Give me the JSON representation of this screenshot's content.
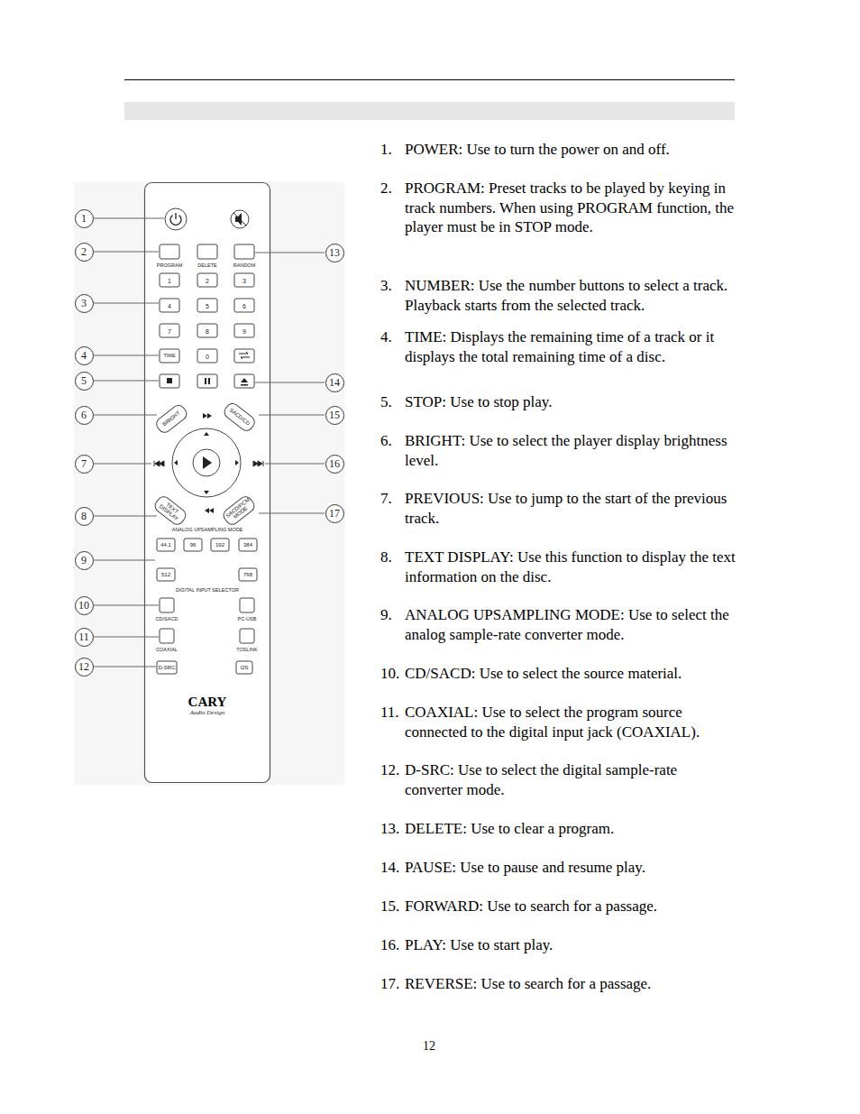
{
  "diagram": {
    "nodes": [
      {
        "text": [
          "1"
        ]
      },
      {
        "text": [
          "2"
        ]
      },
      {
        "text": [
          "3"
        ]
      },
      {
        "text": [
          "4"
        ]
      },
      {
        "text": [
          "5"
        ]
      },
      {
        "text": [
          "6"
        ]
      },
      {
        "text": [
          "7"
        ]
      },
      {
        "text": [
          "8"
        ]
      },
      {
        "text": [
          "9"
        ]
      },
      {
        "text": [
          "10"
        ]
      },
      {
        "text": [
          "11"
        ]
      },
      {
        "text": [
          "12"
        ]
      },
      {
        "text": [
          "13"
        ]
      },
      {
        "text": [
          "14"
        ]
      },
      {
        "text": [
          "15"
        ]
      },
      {
        "text": [
          "16"
        ]
      },
      {
        "text": [
          "17"
        ]
      }
    ],
    "labels": [
      "PROGRAM",
      "DELETE",
      "RANDOM",
      "1",
      "2",
      "3",
      "4",
      "5",
      "6",
      "7",
      "8",
      "9",
      "TIME",
      "0",
      "BRIGHT",
      "SACD/CD",
      "TEXT DISPLAY",
      "SACD/PCM MODE",
      "ANALOG UPSAMPLING MODE",
      "44.1",
      "96",
      "192",
      "384",
      "512",
      "768",
      "DIGITAL INPUT SELECTOR",
      "CD/SACD",
      "PC-USB",
      "COAXIAL",
      "TOSLINK",
      "D-SRC",
      "I2S",
      "CARY",
      "Audio Design",
      "1.",
      "POWER: Use to turn the power on and off.",
      "2.",
      "PROGRAM: Preset tracks to be played by keying in track numbers. When using PROGRAM function, the player must be in STOP mode.",
      "3.",
      "NUMBER: Use the number buttons to select a track. Playback starts from the selected track.",
      "4.",
      "TIME: Displays the remaining time of a track or it displays the total remaining time of a disc.",
      "5.",
      "STOP: Use to stop play.",
      "6.",
      "BRIGHT: Use to select the player display brightness level.",
      "7.",
      "PREVIOUS: Use to jump to the start of the previous track.",
      "8.",
      "TEXT DISPLAY: Use this function to display the text information on the disc.",
      "9.",
      "ANALOG UPSAMPLING MODE: Use to select the analog sample-rate converter mode.",
      "10.",
      "CD/SACD: Use to select the source material.",
      "11.",
      "COAXIAL: Use to select the program source connected to the digital input jack (COAXIAL).",
      "12.",
      "D-SRC: Use to select the digital sample-rate converter mode.",
      "13.",
      "DELETE: Use to clear a program.",
      "14.",
      "PAUSE: Use to pause and resume play.",
      "15.",
      "FORWARD: Use to search for a passage.",
      "16.",
      "PLAY: Use to start play.",
      "17.",
      "REVERSE: Use to search for a passage.",
      "12"
    ]
  }
}
